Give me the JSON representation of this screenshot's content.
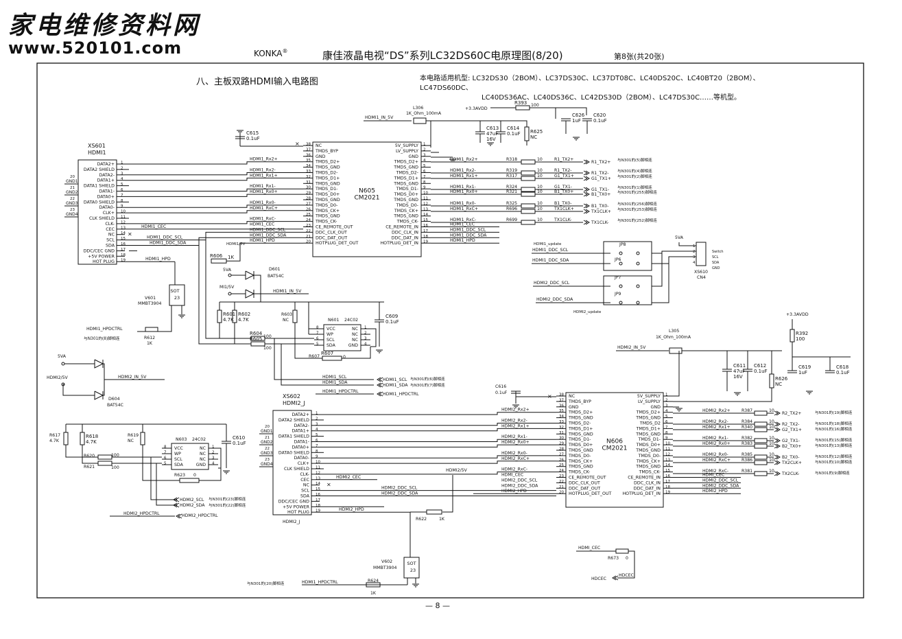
{
  "watermark": {
    "line1": "家电维修资料网",
    "line2": "www.520101.com"
  },
  "header": {
    "brand": "KONKA",
    "brand_mark": "®",
    "title": "康佳液晶电视“DS”系列LC32DS60C电原理图(8/20)",
    "sheet": "第8张(共20张)"
  },
  "section_title": "八、主板双路HDMI输入电路图",
  "models": [
    "本电路适用机型: LC32DS30（2BOM）、LC37DS30C、LC37DT08C、LC40DS20C、LC40BT20（2BOM）、LC47DS60DC、",
    "LC40DS36AC、LC40DS36C、LC42DS30D（2BOM）、LC47DS30C……等机型。"
  ],
  "page_number": "— 8 —",
  "connectors": {
    "xs601": {
      "ref": "XS601",
      "name": "HDMI1",
      "pins": [
        "DATA2+",
        "DATA2 SHIELD",
        "DATA2-",
        "DATA1+",
        "DATA1 SHIELD",
        "DATA1-",
        "DATA0+",
        "DATA0 SHIELD",
        "DATA0-",
        "CLK+",
        "CLK SHIELD",
        "CLK-",
        "CEC",
        "NC",
        "SCL",
        "SDA",
        "DDC/CEC GND",
        "+5V POWER",
        "HOT PLUG"
      ],
      "gnd": [
        "GND1",
        "GND2",
        "GND3",
        "GND4"
      ],
      "gnd_pins": [
        "20",
        "21",
        "22",
        "23"
      ]
    },
    "xs602": {
      "ref": "XS602",
      "name": "HDMI2_J",
      "pins": [
        "DATA2+",
        "DATA2 SHIELD",
        "DATA2-",
        "DATA1+",
        "DATA1 SHIELD",
        "DATA1-",
        "DATA0+",
        "DATA0 SHIELD",
        "DATA0-",
        "CLK+",
        "CLK SHIELD",
        "CLK-",
        "CEC",
        "NC",
        "SCL",
        "SDA",
        "DDC/CEC GND",
        "+5V POWER",
        "HOT PLUG"
      ],
      "gnd": [
        "GND1",
        "GND2",
        "GND3",
        "GND4"
      ],
      "gnd_pins": [
        "20",
        "21",
        "22",
        "23"
      ]
    },
    "xs610": {
      "ref": "XS610",
      "name": "CN4",
      "pins": [
        "5V",
        "SCL",
        "SDA",
        "GND"
      ]
    }
  },
  "chips": {
    "n605": {
      "ref": "N605",
      "part": "CM2021",
      "left": [
        [
          "38",
          "NC"
        ],
        [
          "37",
          "TMDS_BYP"
        ],
        [
          "36",
          "GND"
        ],
        [
          "35",
          "TMDS_D2+"
        ],
        [
          "34",
          "TMDS_GND"
        ],
        [
          "33",
          "TMDS_D2-"
        ],
        [
          "32",
          "TMDS_D1+"
        ],
        [
          "31",
          "TMDS_GND"
        ],
        [
          "30",
          "TMDS_D1-"
        ],
        [
          "29",
          "TMDS_D0+"
        ],
        [
          "28",
          "TMDS_GND"
        ],
        [
          "27",
          "TMDS_D0-"
        ],
        [
          "26",
          "TMDS_CK+"
        ],
        [
          "25",
          "TMDS_GND"
        ],
        [
          "24",
          "TMDS_CK-"
        ],
        [
          "23",
          "CE_REMOTE_OUT"
        ],
        [
          "22",
          "DDC_CLK_OUT"
        ],
        [
          "21",
          "DDC_DAT_OUT"
        ],
        [
          "20",
          "HOTPLUG_DET_OUT"
        ]
      ],
      "right": [
        [
          "1",
          "5V_SUPPLY"
        ],
        [
          "2",
          "LV_SUPPLY"
        ],
        [
          "3",
          "GND"
        ],
        [
          "4",
          "TMDS_D2+"
        ],
        [
          "5",
          "TMDS_GND"
        ],
        [
          "6",
          "TMDS_D2-"
        ],
        [
          "7",
          "TMDS_D1+"
        ],
        [
          "8",
          "TMDS_GND"
        ],
        [
          "9",
          "TMDS_D1-"
        ],
        [
          "10",
          "TMDS_D0+"
        ],
        [
          "11",
          "TMDS_GND"
        ],
        [
          "12",
          "TMDS_D0-"
        ],
        [
          "13",
          "TMDS_CK+"
        ],
        [
          "14",
          "TMDS_GND"
        ],
        [
          "15",
          "TMDS_CK-"
        ],
        [
          "16",
          "CE_REMOTE_IN"
        ],
        [
          "17",
          "DDC_CLK_IN"
        ],
        [
          "18",
          "DDC_DAT_IN"
        ],
        [
          "19",
          "HOTPLUG_DET_IN"
        ]
      ]
    },
    "n606": {
      "ref": "N606",
      "part": "CM2021",
      "left": [
        [
          "38",
          "NC"
        ],
        [
          "37",
          "TMDS_BYP"
        ],
        [
          "36",
          "GND"
        ],
        [
          "35",
          "TMDS_D2+"
        ],
        [
          "34",
          "TMDS_GND"
        ],
        [
          "33",
          "TMDS_D2-"
        ],
        [
          "32",
          "TMDS_D1+"
        ],
        [
          "31",
          "TMDS_GND"
        ],
        [
          "30",
          "TMDS_D1-"
        ],
        [
          "29",
          "TMDS_D0+"
        ],
        [
          "28",
          "TMDS_GND"
        ],
        [
          "27",
          "TMDS_D0-"
        ],
        [
          "26",
          "TMDS_CK+"
        ],
        [
          "25",
          "TMDS_GND"
        ],
        [
          "24",
          "TMDS_CK-"
        ],
        [
          "23",
          "CE_REMOTE_OUT"
        ],
        [
          "22",
          "DDC_CLK_OUT"
        ],
        [
          "21",
          "DDC_DAT_OUT"
        ],
        [
          "20",
          "HOTPLUG_DET_OUT"
        ]
      ],
      "right": [
        [
          "1",
          "5V_SUPPLY"
        ],
        [
          "2",
          "LV_SUPPLY"
        ],
        [
          "3",
          "GND"
        ],
        [
          "4",
          "TMDS_D2+"
        ],
        [
          "5",
          "TMDS_GND"
        ],
        [
          "6",
          "TMDS_D2"
        ],
        [
          "7",
          "TMDS_D1+"
        ],
        [
          "8",
          "TMDS_GND"
        ],
        [
          "9",
          "TMDS_D1-"
        ],
        [
          "10",
          "TMDS_D0+"
        ],
        [
          "11",
          "TMDS_GND"
        ],
        [
          "12",
          "TMDS_D0-"
        ],
        [
          "13",
          "TMDS_CK+"
        ],
        [
          "14",
          "TMDS_GND"
        ],
        [
          "15",
          "TMDS_CK-"
        ],
        [
          "16",
          "CE_REMOTE_IN"
        ],
        [
          "17",
          "DDC_CLK_IN"
        ],
        [
          "18",
          "DDC_DAT_IN"
        ],
        [
          "19",
          "HOTPLUG_DET_IN"
        ]
      ]
    },
    "n601": {
      "ref": "N601",
      "part": "24C02",
      "left": [
        [
          "8",
          "VCC"
        ],
        [
          "7",
          "WP"
        ],
        [
          "6",
          "SCL"
        ],
        [
          "5",
          "SDA"
        ]
      ],
      "right": [
        [
          "1",
          "NC"
        ],
        [
          "2",
          "NC"
        ],
        [
          "3",
          "NC"
        ],
        [
          "4",
          "GND"
        ]
      ]
    },
    "n603": {
      "ref": "N603",
      "part": "24C02",
      "left": [
        [
          "8",
          "VCC"
        ],
        [
          "7",
          "WP"
        ],
        [
          "6",
          "SCL"
        ],
        [
          "5",
          "SDA"
        ]
      ],
      "right": [
        [
          "1",
          "NC"
        ],
        [
          "2",
          "NC"
        ],
        [
          "3",
          "NC"
        ],
        [
          "4",
          "GND"
        ]
      ]
    }
  },
  "transistors": {
    "v601": {
      "ref": "V601",
      "part": "MMBT3904",
      "pkg": "SOT",
      "num": "23"
    },
    "v602": {
      "ref": "V602",
      "part": "MMBT3904",
      "pkg": "SOT",
      "num": "23"
    }
  },
  "diodes": {
    "d601": {
      "ref": "D601",
      "part": "BAT54C"
    },
    "d604": {
      "ref": "D604",
      "part": "BAT54C"
    }
  },
  "jumpers": [
    "JP8",
    "JP6",
    "JP7",
    "JP9"
  ],
  "components": {
    "c615": [
      "C615",
      "0.1uF"
    ],
    "l306": [
      "L306",
      "1K_Ohm_100mA"
    ],
    "r393": [
      "R393",
      "100"
    ],
    "c613": [
      "C613",
      "47uF",
      "16V"
    ],
    "c614": [
      "C614",
      "0.1uF"
    ],
    "r625": [
      "R625",
      "NC"
    ],
    "c626": [
      "C626",
      "1uF"
    ],
    "c620": [
      "C620",
      "0.1uF"
    ],
    "r606": [
      "R606",
      "1K"
    ],
    "r612": [
      "R612",
      "1K"
    ],
    "r601": [
      "R601",
      "4.7K"
    ],
    "r602": [
      "R602",
      "4.7K"
    ],
    "r603": [
      "R603",
      "NC"
    ],
    "c609": [
      "C609",
      "0.1uF"
    ],
    "r604": [
      "R604",
      "100"
    ],
    "r605": [
      "R605",
      "100"
    ],
    "r607": [
      "R607",
      "0"
    ],
    "l305": [
      "L305",
      "1K_Ohm_100mA"
    ],
    "r392": [
      "R392",
      "100"
    ],
    "c611": [
      "C611",
      "47uF",
      "16V"
    ],
    "c612": [
      "C612",
      "0.1uF"
    ],
    "r626": [
      "R626",
      "NC"
    ],
    "c619": [
      "C619",
      "1uF"
    ],
    "c618": [
      "C618",
      "0.1uF"
    ],
    "c616": [
      "C616",
      "0.1uF"
    ],
    "r617": [
      "R617",
      "4.7K"
    ],
    "r618": [
      "R618",
      "4.7K"
    ],
    "r619": [
      "R619",
      "NC"
    ],
    "c610": [
      "C610",
      "0.1uF"
    ],
    "r620": [
      "R620",
      "100"
    ],
    "r621": [
      "R621",
      "100"
    ],
    "r623": [
      "R623",
      "0"
    ],
    "r622": [
      "R622",
      "1K"
    ],
    "r624": [
      "R624",
      "1K"
    ],
    "r673": [
      "R673",
      "0"
    ]
  },
  "hdmi1_out": [
    [
      "HDMI1_Rx2+",
      "R318",
      "10",
      "R1_TX2+",
      "与N301的(5)脚相连"
    ],
    [
      "HDMI1_Rx2-",
      "R319",
      "10",
      "R1_TX2-",
      "与N301的(4)脚相连"
    ],
    [
      "HDMI1_Rx1+",
      "R317",
      "10",
      "G1_TX1+",
      "与N301的(2)脚相连"
    ],
    [
      "HDMI1_Rx1-",
      "R324",
      "10",
      "G1_TX1-",
      "与N301的(1)脚相连"
    ],
    [
      "HDMI1_Rx0+",
      "R321",
      "10",
      "B1_TX0+",
      "与N301的(255)脚相连"
    ],
    [
      "HDMI1_Rx0-",
      "R325",
      "10",
      "B1_TX0-",
      "与N301的(256)脚相连"
    ],
    [
      "HDMI1_RxC+",
      "R696",
      "10",
      "TX1CLK+",
      "与N301的(253)脚相连"
    ],
    [
      "HDMI1_RxC-",
      "R699",
      "10",
      "TX1CLK-",
      "与N301的(252)脚相连"
    ]
  ],
  "hdmi2_out": [
    [
      "HDMI2_Rx2+",
      "R387",
      "10",
      "R2_TX2+",
      "与N301的(19)脚相连"
    ],
    [
      "HDMI2_Rx2-",
      "R384",
      "10",
      "R2_TX2-",
      "与N301的(18)脚相连"
    ],
    [
      "HDMI2_Rx1+",
      "R340",
      "10",
      "G2_TX1+",
      "与N301的(16)脚相连"
    ],
    [
      "HDMI2_Rx1-",
      "R382",
      "10",
      "G2_TX1-",
      "与N301的(15)脚相连"
    ],
    [
      "HDMI2_Rx0+",
      "R383",
      "10",
      "B2_TX0+",
      "与N301的(13)脚相连"
    ],
    [
      "HDMI2_Rx0-",
      "R385",
      "10",
      "B2_TX0-",
      "与N301的(12)脚相连"
    ],
    [
      "HDMI2_RxC+",
      "R386",
      "10",
      "TX2CLK+",
      "与N301的(10)脚相连"
    ],
    [
      "HDMI2_RxC-",
      "R381",
      "10",
      "TX2CLK-",
      "与N301的(9)脚相连"
    ]
  ],
  "nets": {
    "hdmi1_in_5v": "HDMI1_IN_5V",
    "hdmi2_in_5v": "HDMI2_IN_5V",
    "p33": "+3.3AVDD",
    "p5va": "5VA",
    "hdmi1_5v": "HDMI1/5V",
    "hdmi2_5v": "HDMI2/5V",
    "m15v": "MI1/5V",
    "hdmi1_cec": "HDMI1_CEC",
    "hdmi1_ddc_scl": "HDMI1_DDC_SCL",
    "hdmi1_ddc_sda": "HDMI1_DDC_SDA",
    "hdmi1_hpd": "HDMI1_HPD",
    "hdmi2_cec": "HDMI2_CEC",
    "hdmi2_ddc_scl": "HDMI2_DDC_SCL",
    "hdmi2_ddc_sda": "HDMI2_DDC_SDA",
    "hdmi2_hpd": "HDMI2_HPD",
    "hdmi_cec": "HDMI_CEC",
    "hdmi1_hpdctrl": "HDMI1_HPDCTRL",
    "hdmi2_hpdctrl": "HDMI2_HPDCTRL",
    "hdmi1_scl": "HDMI1_SCL",
    "hdmi1_sda": "HDMI1_SDA",
    "hdmi2_scl": "HDMI2_SCL",
    "hdmi2_sda": "HDMI2_SDA",
    "hdmi1_update": "HDMI1_update",
    "hdmi2_update": "HDMI2_update",
    "hdcec": "HDCEC"
  },
  "notes": {
    "hpdctrl1": "与N301的(8)脚相连",
    "scl1": "与N301的(6)脚相连",
    "sda1": "与N301的(7)脚相连",
    "scl2": "与N301的(23)脚相连",
    "sda2": "与N301的(22)脚相连",
    "hpdctrl2": "与N301的(20)脚相连"
  },
  "xs610_labels": [
    "Switch",
    "SCL",
    "SDA",
    "GND"
  ]
}
